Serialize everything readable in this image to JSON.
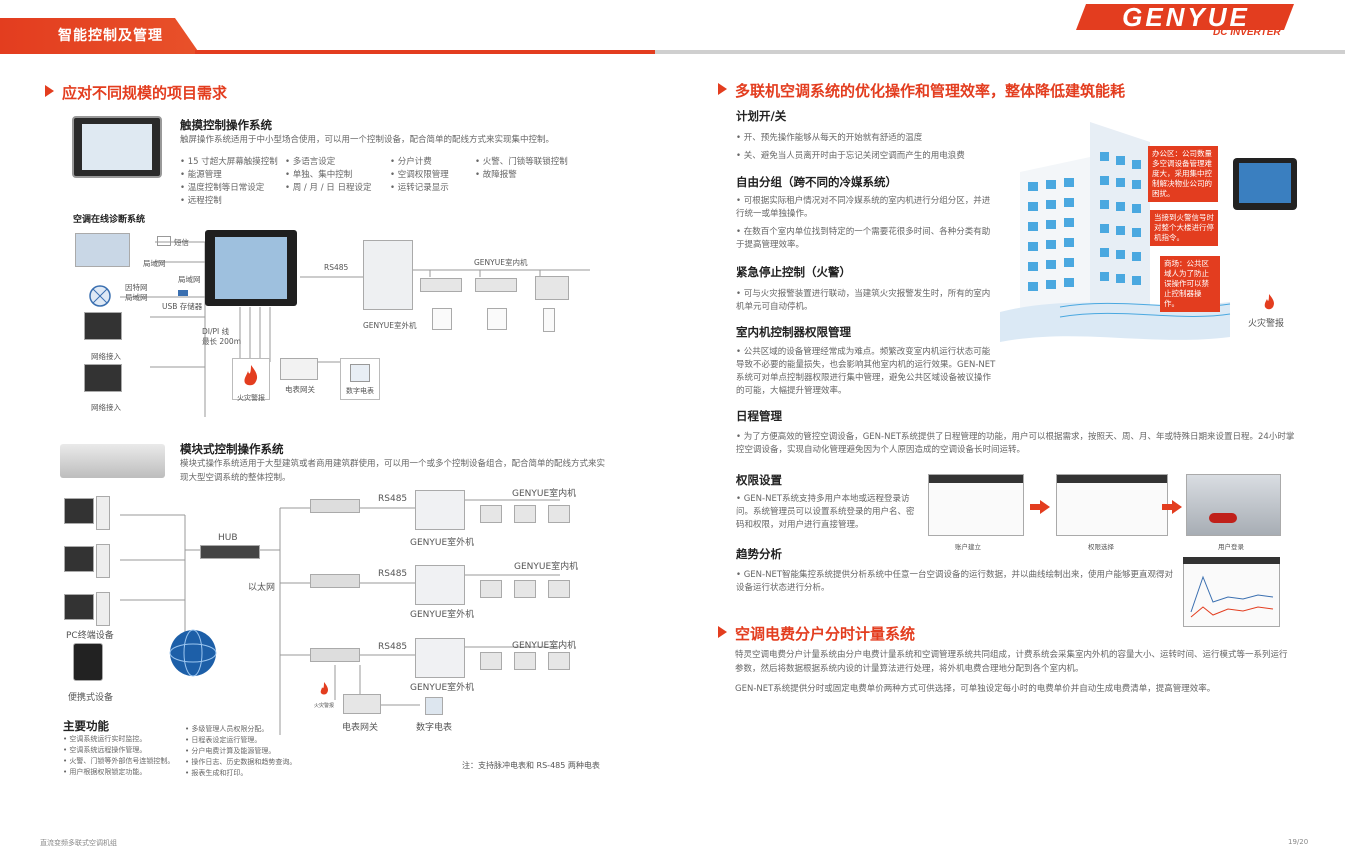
{
  "header": {
    "tag": "智能控制及管理",
    "logo_text": "GENYUE",
    "logo_sub": "DC INVERTER"
  },
  "left": {
    "section_title": "应对不同规模的项目需求",
    "touch": {
      "title": "触摸控制操作系统",
      "desc": "触屏操作系统适用于中小型场合使用，可以用一个控制设备，配合简单的配线方式来实现集中控制。",
      "features": [
        [
          "15 寸超大屏幕触摸控制",
          "能源管理",
          "温度控制等日常设定",
          "远程控制"
        ],
        [
          "多语言设定",
          "单独、集中控制",
          "周 / 月 / 日 日程设定"
        ],
        [
          "分户计费",
          "空调权限管理",
          "运转记录显示"
        ],
        [
          "火警、门锁等联锁控制",
          "故障报警"
        ]
      ]
    },
    "diag1": {
      "title": "空调在线诊断系统",
      "sms": "短信",
      "lan1": "局域网",
      "lan2": "局域网",
      "internet": "因特网",
      "lan3": "局域网",
      "usb": "USB 存储器",
      "rs485": "RS485",
      "indoor": "GENYUE室内机",
      "outdoor": "GENYUE室外机",
      "dip": "DI/PI 线",
      "dip2": "最长 200m",
      "fire": "火灾警报",
      "meter_gw": "电表网关",
      "meter": "数字电表",
      "net1": "网络接入",
      "net2": "网络接入"
    },
    "module": {
      "title": "模块式控制操作系统",
      "desc": "模块式操作系统适用于大型建筑或者商用建筑群使用，可以用一个或多个控制设备组合，配合简单的配线方式来实现大型空调系统的整体控制。"
    },
    "diag2": {
      "hub": "HUB",
      "ethernet": "以太网",
      "pc": "PC终端设备",
      "portable": "便携式设备",
      "rs485_1": "RS485",
      "rs485_2": "RS485",
      "rs485_3": "RS485",
      "indoor_1": "GENYUE室内机",
      "indoor_2": "GENYUE室内机",
      "indoor_3": "GENYUE室内机",
      "outdoor_1": "GENYUE室外机",
      "outdoor_2": "GENYUE室外机",
      "outdoor_3": "GENYUE室外机",
      "meter_gw": "电表网关",
      "meter": "数字电表",
      "fire": "火灾警报",
      "note": "注：支持脉冲电表和 RS-485 两种电表"
    },
    "main_func": {
      "title": "主要功能",
      "col1": [
        "空调系统运行实时监控。",
        "空调系统远程操作管理。",
        "火警、门锁等外部信号连锁控制。",
        "用户根据权限锁定功能。"
      ],
      "col2": [
        "多级管理人员权限分配。",
        "日程表设定运行管理。",
        "分户电费计算及能源管理。",
        "操作日志、历史数据和趋势查询。",
        "报表生成和打印。"
      ]
    }
  },
  "right": {
    "section_title": "多联机空调系统的优化操作和管理效率，整体降低建筑能耗",
    "plan": {
      "title": "计划开/关",
      "items": [
        "开、预先操作能够从每天的开始就有舒适的温度",
        "关、避免当人员离开时由于忘记关闭空调而产生的用电浪费"
      ]
    },
    "group": {
      "title": "自由分组（跨不同的冷媒系统）",
      "items": [
        "可根据实际租户情况对不同冷媒系统的室内机进行分组分区，并进行统一或单独操作。",
        "在数百个室内单位找到特定的一个需要花很多时间、各种分类有助于提高管理效率。"
      ]
    },
    "emergency": {
      "title": "紧急停止控制（火警）",
      "items": [
        "可与火灾报警装置进行联动，当建筑火灾报警发生时，所有的室内机单元可自动停机。"
      ]
    },
    "authority": {
      "title": "室内机控制器权限管理",
      "items": [
        "公共区域的设备管理经常成为难点。频繁改变室内机运行状态可能导致不必要的能量损失，也会影响其他室内机的运行效果。GEN-NET系统可对单点控制器权限进行集中管理，避免公共区域设备被议操作的可能，大幅提升管理效率。"
      ]
    },
    "building_notes": [
      "办公区：公司数量多空调设备管理难度大，采用集中控制解决物业公司的困扰。",
      "当接到火警信号时对整个大楼进行停机指令。",
      "商场：公共区域人为了防止误操作可以禁止控制器操作。"
    ],
    "fire_label": "火灾警报",
    "schedule": {
      "title": "日程管理",
      "items": [
        "为了方便高效的管控空调设备，GEN-NET系统提供了日程管理的功能，用户可以根据需求，按照天、周、月、年或特殊日期来设置日程。24小时掌控空调设备，实现自动化管理避免因为个人原因造成的空调设备长时间运转。"
      ]
    },
    "permission": {
      "title": "权限设置",
      "items": [
        "GEN-NET系统支持多用户本地或远程登录访问。系统管理员可以设置系统登录的用户名、密码和权限，对用户进行直接管理。"
      ],
      "captions": [
        "账户建立",
        "权限选择",
        "用户登录"
      ]
    },
    "trend": {
      "title": "趋势分析",
      "items": [
        "GEN-NET智能集控系统提供分析系统中任意一台空调设备的运行数据，并以曲线绘制出来，使用户能够更直观得对设备运行状态进行分析。"
      ]
    },
    "billing": {
      "title": "空调电费分户分时计量系统",
      "para1": "特灵空调电费分户计量系统由分户电费计量系统和空调管理系统共同组成，计费系统会采集室内外机的容量大小、运转时间、运行模式等一系列运行参数，然后将数据根据系统内设的计量算法进行处理，将外机电费合理地分配到各个室内机。",
      "para2": "GEN-NET系统提供分时或固定电费单价两种方式可供选择，可单独设定每小时的电费单价并自动生成电费清单，提高管理效率。"
    }
  },
  "footer": {
    "left": "直流变频多联式空调机组",
    "right": "19/20"
  },
  "colors": {
    "accent": "#e33d1f",
    "building": "#4aa8e0"
  }
}
